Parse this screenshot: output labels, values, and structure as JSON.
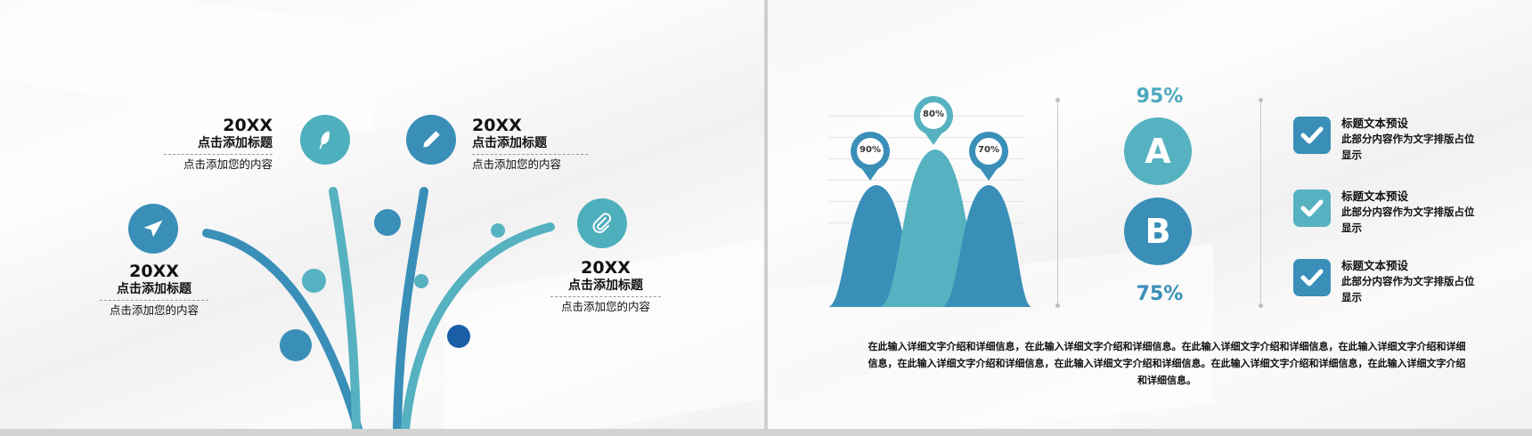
{
  "slide1": {
    "items": [
      {
        "year": "20XX",
        "title": "点击添加标题",
        "body": "点击添加您的内容",
        "icon": "feather-icon",
        "color": "#4fb0bd"
      },
      {
        "year": "20XX",
        "title": "点击添加标题",
        "body": "点击添加您的内容",
        "icon": "pencil-icon",
        "color": "#3a8fb8"
      },
      {
        "year": "20XX",
        "title": "点击添加标题",
        "body": "点击添加您的内容",
        "icon": "paper-plane-icon",
        "color": "#3a8fb8"
      },
      {
        "year": "20XX",
        "title": "点击添加标题",
        "body": "点击添加您的内容",
        "icon": "paperclip-icon",
        "color": "#4fb0bd"
      }
    ],
    "colors": {
      "teal": "#4fb0bd",
      "blue": "#3a8fb8",
      "dark_blue": "#1a5ea8"
    }
  },
  "slide2": {
    "peaks": [
      {
        "label": "90%",
        "color": "#3a8fb8"
      },
      {
        "label": "80%",
        "color": "#56b2c1"
      },
      {
        "label": "70%",
        "color": "#3a8fb8"
      }
    ],
    "compare": {
      "a": {
        "letter": "A",
        "percent": "95%",
        "color": "#56b2c1"
      },
      "b": {
        "letter": "B",
        "percent": "75%",
        "color": "#3a8fb8"
      }
    },
    "checklist": [
      {
        "title": "标题文本预设",
        "body": "此部分内容作为文字排版占位显示",
        "color": "#3a8fb8"
      },
      {
        "title": "标题文本预设",
        "body": "此部分内容作为文字排版占位显示",
        "color": "#56b2c1"
      },
      {
        "title": "标题文本预设",
        "body": "此部分内容作为文字排版占位显示",
        "color": "#3a8fb8"
      }
    ],
    "paragraph": "在此输入详细文字介绍和详细信息，在此输入详细文字介绍和详细信息。在此输入详细文字介绍和详细信息，在此输入详细文字介绍和详细信息，在此输入详细文字介绍和详细信息，在此输入详细文字介绍和详细信息。在此输入详细文字介绍和详细信息，在此输入详细文字介绍和详细信息。"
  }
}
